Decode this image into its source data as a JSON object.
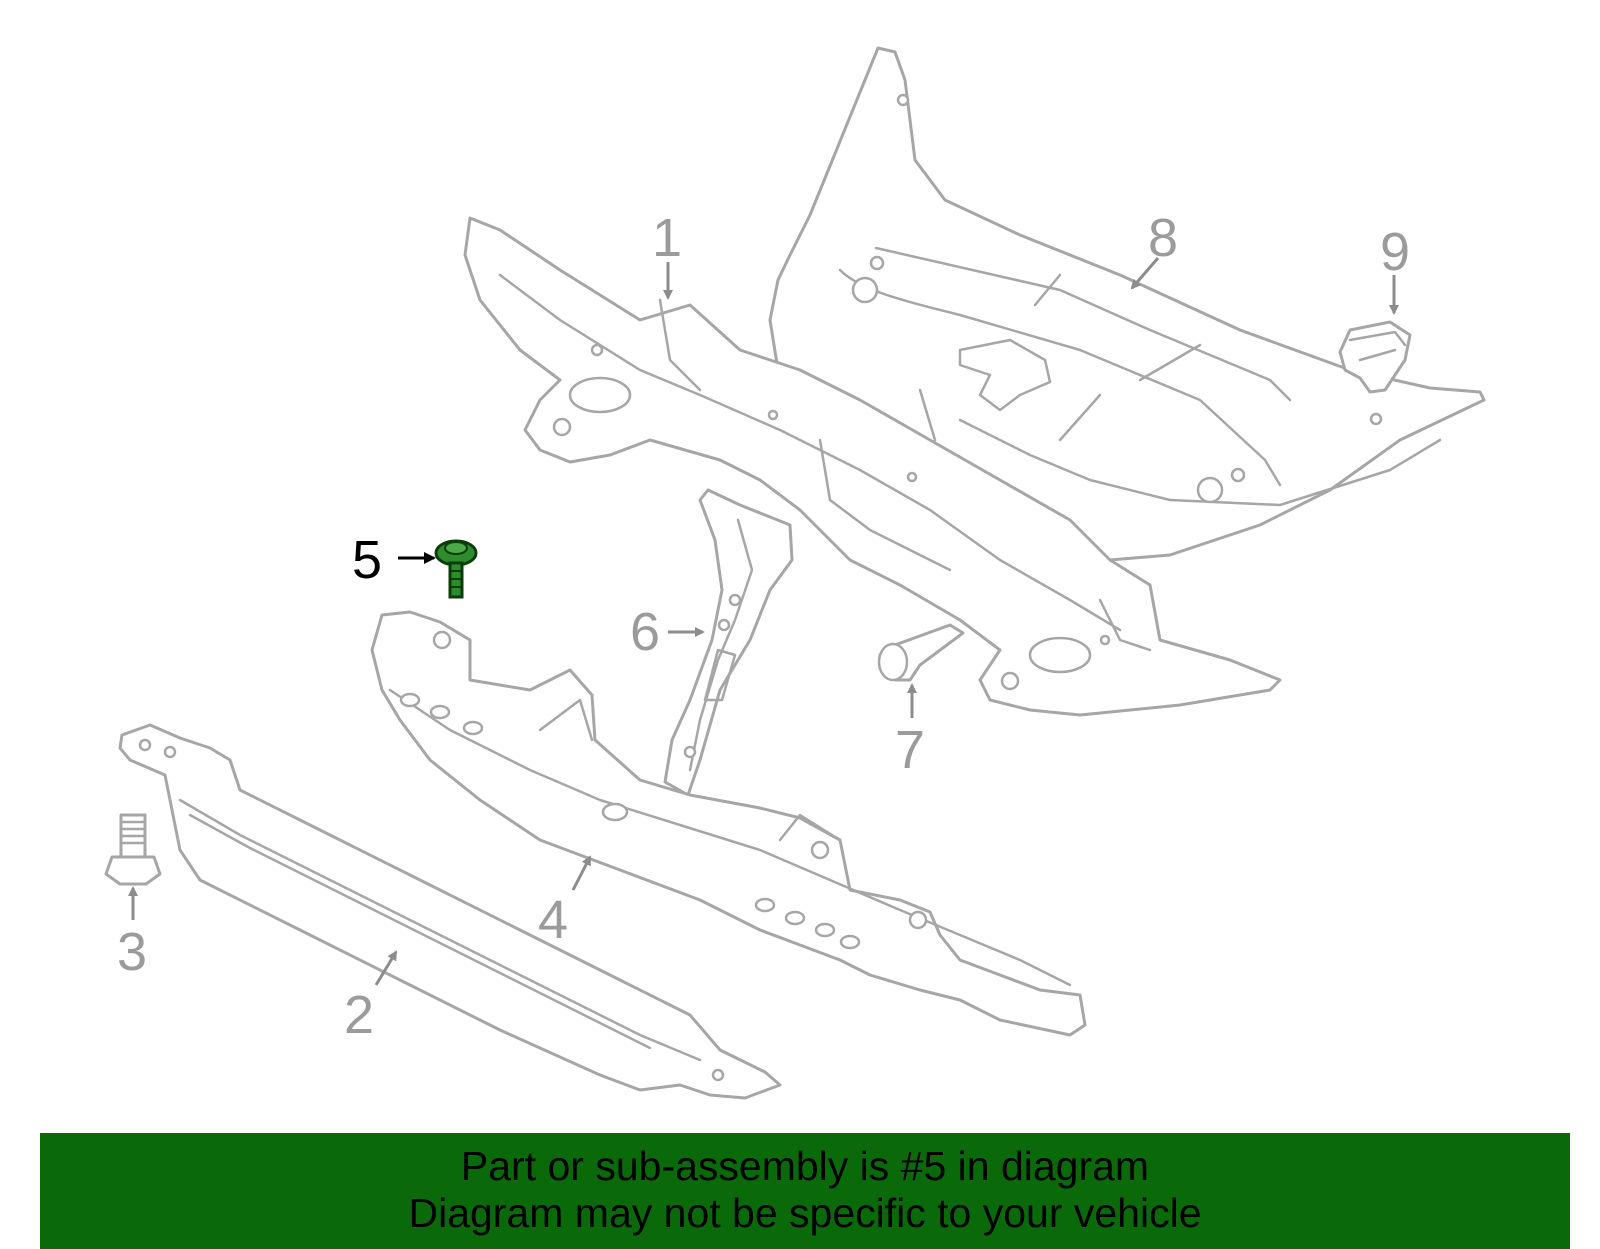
{
  "callouts": {
    "c1": "1",
    "c2": "2",
    "c3": "3",
    "c4": "4",
    "c5": "5",
    "c6": "6",
    "c7": "7",
    "c8": "8",
    "c9": "9"
  },
  "highlighted_part": "5",
  "colors": {
    "outline": "#a6a6a6",
    "highlight_part": "#2e8b2e",
    "banner_background": "#0a6a0a"
  },
  "banner": {
    "line1": "Part or sub-assembly is #5 in diagram",
    "line2": "Diagram may not be specific to your vehicle"
  }
}
